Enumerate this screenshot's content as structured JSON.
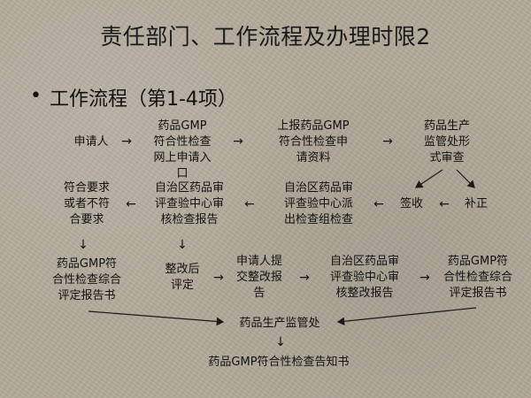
{
  "slide": {
    "title": "责任部门、工作流程及办理时限2",
    "bullet_symbol": "•",
    "bullet_text": "工作流程（第1-4项）"
  },
  "arrows": {
    "right": "→",
    "left": "←",
    "down": "↓"
  },
  "nodes": {
    "apply": "申请人",
    "online_apply": "药品GMP\n符合性检查\n网上申请入\n口",
    "submit_docs": "上报药品GMP\n符合性检查申\n请资料",
    "formal_review": "药品生产\n监管处形\n式审查",
    "sign": "签收",
    "supplement": "补正",
    "dispatch": "自治区药品审\n评查验中心派\n出检查组检查",
    "audit": "自治区药品审\n评查验中心审\n核检查报告",
    "judge": "符合要求\n或者不符\n合要求",
    "eval_report": "药品GMP符\n合性检查综合\n评定报告书",
    "rectify_eval": "整改后\n评定",
    "submit_rectify": "申请人提\n交整改报\n告",
    "audit_rectify": "自治区药品审\n评查验中心审\n核整改报告",
    "eval_report2": "药品GMP符\n合性检查综合\n评定报告书",
    "supervision": "药品生产监管处",
    "notice": "药品GMP符合性检查告知书"
  },
  "colors": {
    "background": "#b3aa9b",
    "text": "#111111"
  }
}
